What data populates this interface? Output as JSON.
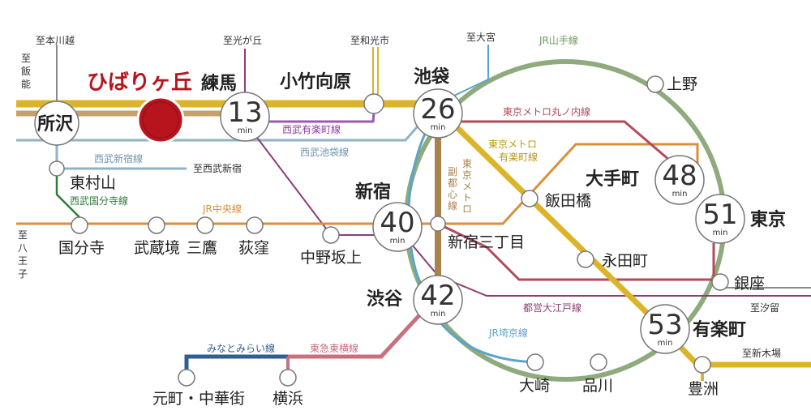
{
  "colors": {
    "seibu_ikebukuro": "#dcb42a",
    "seibu_shinjuku": "#8fb2c8",
    "seibu_ikebukuro_line_bottom": "#8fb2c8",
    "seibu_yurakucho": "#9b59b6",
    "tokorozawa_band": "#c8a06a",
    "yamanote": "#8fab7e",
    "chuo": "#d9903a",
    "fukutoshin": "#a8834e",
    "marunouchi": "#b24b5a",
    "yurakucho_metro": "#d8c22a",
    "oedo": "#8e3d74",
    "saikyo": "#5aa5c8",
    "toyoko": "#c8707e",
    "minatomirai": "#2f5e93",
    "kokubunji": "#2f7a3e",
    "hibarigaoka": "#b8141e"
  },
  "highlight": {
    "name": "ひばりヶ丘"
  },
  "stations": {
    "tokorozawa": "所沢",
    "nerima": "練馬",
    "kotakemukaihara": "小竹向原",
    "ikebukuro": "池袋",
    "higashimurayama": "東村山",
    "shinjuku": "新宿",
    "shinjuku_sanchome": "新宿三丁目",
    "shibuya": "渋谷",
    "kokubunji": "国分寺",
    "musashisakai": "武蔵境",
    "mitaka": "三鷹",
    "ogikubo": "荻窪",
    "nakanosakaue": "中野坂上",
    "iidabashi": "飯田橋",
    "otemachi": "大手町",
    "tokyo": "東京",
    "nagatacho": "永田町",
    "ginza": "銀座",
    "yurakucho": "有楽町",
    "ueno": "上野",
    "motomachi": "元町・中華街",
    "yokohama": "横浜",
    "osaki": "大崎",
    "shinagawa": "品川",
    "toyosu": "豊洲"
  },
  "times": {
    "nerima": "13",
    "ikebukuro": "26",
    "shinjuku": "40",
    "shibuya": "42",
    "otemachi": "48",
    "tokyo": "51",
    "yurakucho": "53",
    "unit": "min"
  },
  "directions": {
    "hon_kawagoe": "至本川越",
    "hanno": "至飯能",
    "hikarigaoka": "至光が丘",
    "wakoshi": "至和光市",
    "omiya": "至大宮",
    "nishi_seibu_shinjuku": "至西武新宿",
    "hachioji": "至八王子",
    "shiodome": "至汐留",
    "shin_kiba": "至新木場"
  },
  "lines": {
    "yamanote": "JR山手線",
    "seibu_yurakucho": "西武有楽町線",
    "seibu_ikebukuro": "西武池袋線",
    "seibu_shinjuku": "西武新宿線",
    "seibu_kokubunji": "西武国分寺線",
    "chuo": "JR中央線",
    "marunouchi": "東京メトロ丸ノ内線",
    "metro_yurakucho_1": "東京メトロ",
    "metro_yurakucho_2": "有楽町線",
    "fukutoshin_1": "東京メトロ",
    "fukutoshin_2": "副都心線",
    "oedo": "都営大江戸線",
    "saikyo": "JR埼京線",
    "toyoko": "東急東横線",
    "minatomirai": "みなとみらい線"
  }
}
